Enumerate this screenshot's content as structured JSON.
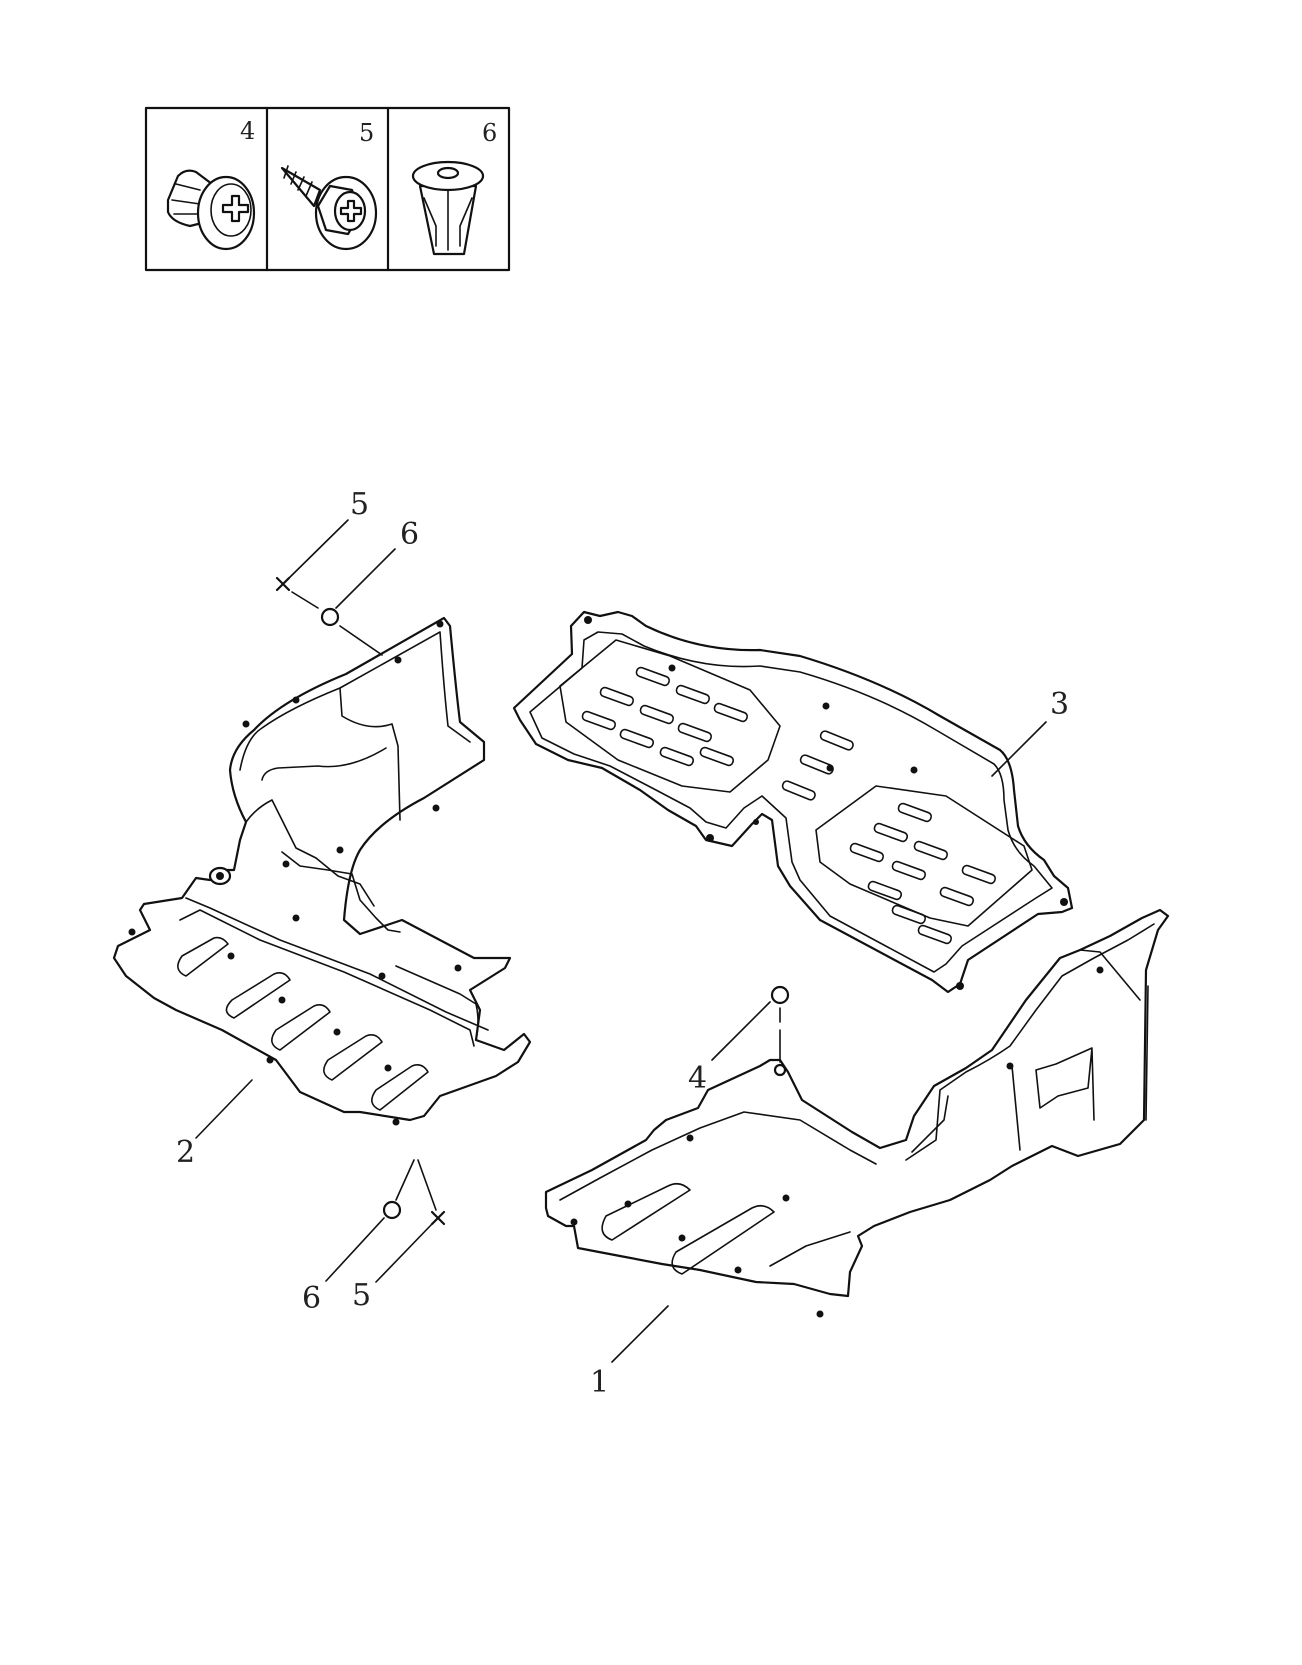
{
  "legend": {
    "items": [
      {
        "number": "4",
        "part": "push-clip-icon"
      },
      {
        "number": "5",
        "part": "hex-tapping-screw-icon"
      },
      {
        "number": "6",
        "part": "clip-nut-icon"
      }
    ]
  },
  "callouts": {
    "part_1": "1",
    "part_2": "2",
    "part_3": "3",
    "clip_4": "4",
    "screw_5_top": "5",
    "nut_6_top": "6",
    "nut_6_bottom": "6",
    "screw_5_bottom": "5"
  },
  "colors": {
    "line": "#111111",
    "text": "#222222",
    "background": "#ffffff"
  }
}
